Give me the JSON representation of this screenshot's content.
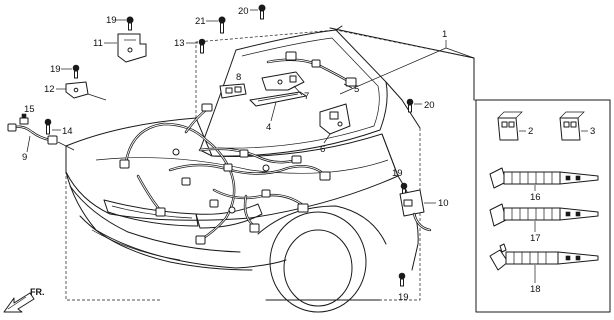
{
  "callouts": {
    "p1": "1",
    "p2": "2",
    "p3": "3",
    "p4": "4",
    "p5": "5",
    "p6": "6",
    "p7": "7",
    "p8": "8",
    "p9": "9",
    "p10": "10",
    "p11": "11",
    "p12": "12",
    "p13": "13",
    "p14": "14",
    "p15": "15",
    "p16": "16",
    "p17": "17",
    "p18": "18",
    "p19a": "19",
    "p19b": "19",
    "p19c": "19",
    "p19d": "19",
    "p20a": "20",
    "p20b": "20",
    "p21": "21"
  },
  "direction_label": "FR."
}
